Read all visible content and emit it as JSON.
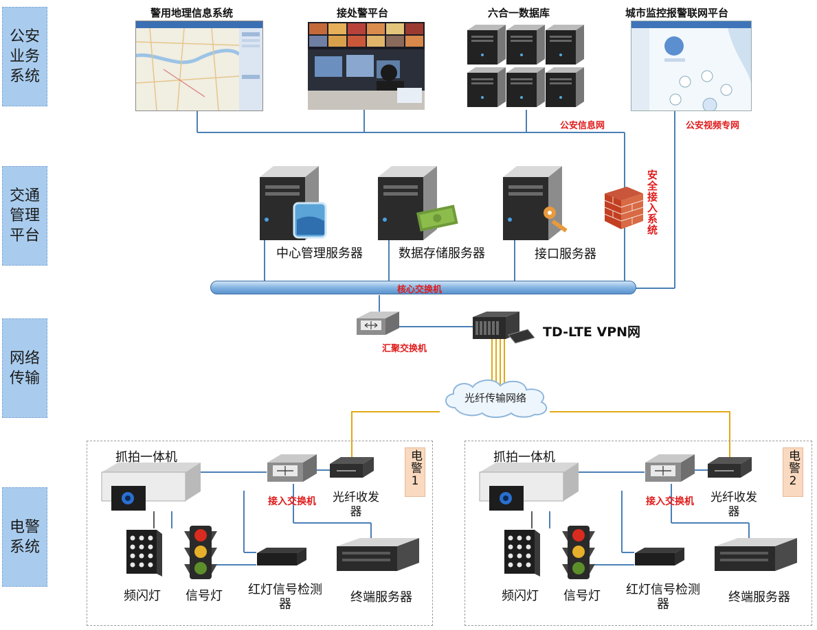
{
  "tiers": [
    {
      "label": "公安\n业务\n系统"
    },
    {
      "label": "交通\n管理\n平台"
    },
    {
      "label": "网络\n传输"
    },
    {
      "label": "电警\n系统"
    }
  ],
  "top_systems": {
    "gis": "警用地理信息系统",
    "dispatch": "接处警平台",
    "database": "六合一数据库",
    "video": "城市监控报警联网平台"
  },
  "networks": {
    "police_info": "公安信息网",
    "police_video": "公安视频专网",
    "secure_access": "安全接入系统"
  },
  "servers": {
    "central": "中心管理服务器",
    "storage": "数据存储服务器",
    "interface": "接口服务器"
  },
  "core_switch": "核心交换机",
  "aggregation_switch": "汇聚交换机",
  "vpn": "TD-LTE VPN网",
  "fiber_network": "光纤传输网络",
  "stations": [
    {
      "badge": "电警1",
      "camera": "抓拍一体机",
      "access_switch": "接入交换机",
      "transceiver": "光纤收发器",
      "flash": "频闪灯",
      "signal": "信号灯",
      "detector": "红灯信号检测器",
      "terminal": "终端服务器"
    },
    {
      "badge": "电警2",
      "camera": "抓拍一体机",
      "access_switch": "接入交换机",
      "transceiver": "光纤收发器",
      "flash": "频闪灯",
      "signal": "信号灯",
      "detector": "红灯信号检测器",
      "terminal": "终端服务器"
    }
  ],
  "colors": {
    "tier_bg": "#a9ccee",
    "line_blue": "#4a7fb5",
    "fiber_yellow": "#e0a814",
    "label_red": "#e01b1b"
  }
}
